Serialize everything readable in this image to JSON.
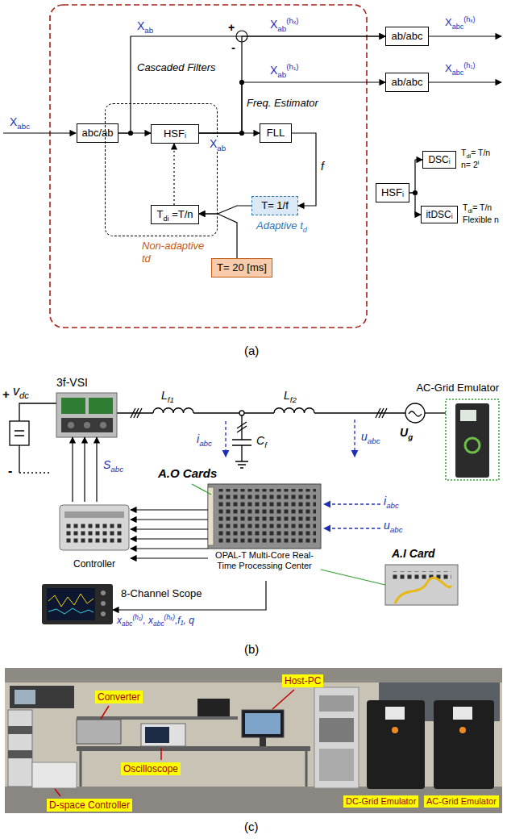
{
  "diagram": {
    "nodes": [
      {
        "text": [
          "abc/ab"
        ]
      },
      {
        "text": [
          "Non-adaptive td"
        ]
      },
      {
        "text": [
          "HSFᵢ"
        ],
        "in": 1
      },
      {
        "text": [
          "Tdi =T/n"
        ],
        "in": 1
      },
      {
        "text": [
          "FLL"
        ]
      },
      {
        "text": [
          "T= 1/f"
        ]
      },
      {
        "text": [
          "T= 20 [ms]"
        ]
      },
      {
        "text": [
          "ab/abc"
        ]
      },
      {
        "text": [
          "ab/abc"
        ]
      },
      {
        "text": [
          "HSFᵢ"
        ]
      },
      {
        "text": [
          "DSCᵢ"
        ]
      },
      {
        "text": [
          "itDSCᵢ"
        ]
      },
      {
        "text": [
          "3f-VSI"
        ]
      },
      {
        "text": [
          "AC-Grid Emulator"
        ]
      },
      {
        "text": [
          "Controller"
        ]
      },
      {
        "text": [
          "OPAL-T Multi-Core Real-Time Processing Center"
        ]
      },
      {
        "text": [
          "A.I Card"
        ]
      },
      {
        "text": [
          "8-Channel Scope"
        ]
      },
      {
        "text": [
          "Converter"
        ]
      },
      {
        "text": [
          "Host-PC"
        ]
      },
      {
        "text": [
          "Oscilloscope"
        ]
      },
      {
        "text": [
          "D-space Controller"
        ]
      },
      {
        "text": [
          "DC-Grid Emulator"
        ]
      },
      {
        "text": [
          "AC-Grid Emulator"
        ]
      }
    ],
    "edges": [
      {
        "from": 0,
        "to": 2,
        "arrow": "to"
      },
      {
        "from": 0,
        "to": 7,
        "arrow": "to"
      },
      {
        "from": 2,
        "to": 7,
        "arrow": "to"
      },
      {
        "from": 2,
        "to": 8,
        "arrow": "to"
      },
      {
        "from": 2,
        "to": 4,
        "label": "Xab",
        "arrow": "to"
      },
      {
        "from": 4,
        "to": 5,
        "label": "f",
        "arrow": "to"
      },
      {
        "from": 5,
        "to": 3,
        "arrow": "to"
      },
      {
        "from": 6,
        "to": 3,
        "arrow": "to"
      },
      {
        "from": 3,
        "to": 2,
        "arrow": "to"
      },
      {
        "from": 9,
        "to": 10,
        "arrow": "to"
      },
      {
        "from": 9,
        "to": 11,
        "arrow": "to"
      },
      {
        "from": 14,
        "to": 12,
        "label": "Sabc",
        "arrow": "to"
      },
      {
        "from": 15,
        "to": 14,
        "arrow": "to"
      },
      {
        "from": 15,
        "to": 16,
        "arrow": "none"
      },
      {
        "from": 15,
        "to": 17,
        "arrow": "to"
      }
    ],
    "labels": [
      "Xabc",
      "Xab",
      "+",
      "-",
      "Xab(hₓ)",
      "Xab(h₁)",
      "Cascaded Filters",
      "Freq. Estimator",
      "Adaptive td",
      "Xabc(hₓ)",
      "Xabc(h₁)",
      "Tdi= T/n",
      "n= 2i",
      "Tdi= T/n",
      "Flexible n",
      "(a)",
      "+",
      "vdc",
      "-",
      "Lf1",
      "Lf2",
      "iabc",
      "Cf",
      "uabc",
      "Ug",
      "A.O Cards",
      "iabc",
      "uabc",
      "xabc(h₁), xabc(hₓ),f₁, q",
      "(b)",
      "(c)"
    ]
  }
}
